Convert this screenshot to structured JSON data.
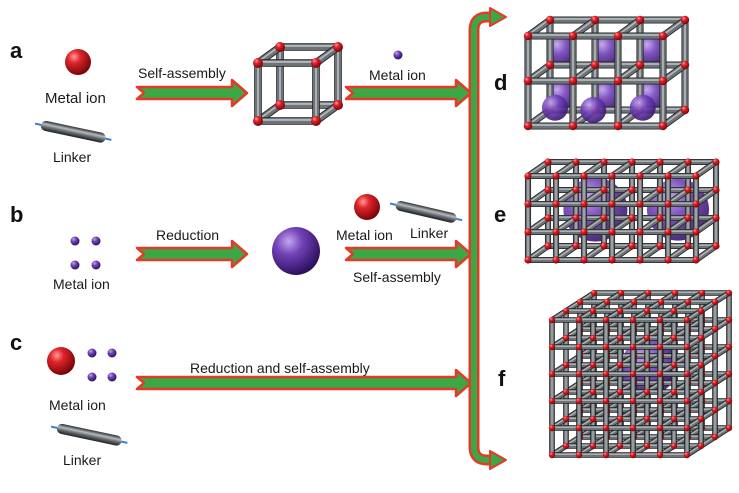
{
  "panels": {
    "a": "a",
    "b": "b",
    "c": "c",
    "d": "d",
    "e": "e",
    "f": "f"
  },
  "row_a": {
    "metal_ion_label": "Metal ion",
    "linker_label": "Linker",
    "arrow1_label": "Self-assembly",
    "arrow2_label": "Metal ion"
  },
  "row_b": {
    "metal_ion_label": "Metal ion",
    "arrow1_label": "Reduction",
    "metal_ion2_label": "Metal ion",
    "linker_label": "Linker",
    "arrow2_label": "Self-assembly"
  },
  "row_c": {
    "metal_ion_label": "Metal ion",
    "linker_label": "Linker",
    "arrow_label": "Reduction and self-assembly"
  },
  "colors": {
    "red_node": "#d0121b",
    "purple": "#6a3aa8",
    "rod": "#555a5e",
    "arrow_fill": "#3aa845",
    "arrow_border": "#e53a2a"
  }
}
